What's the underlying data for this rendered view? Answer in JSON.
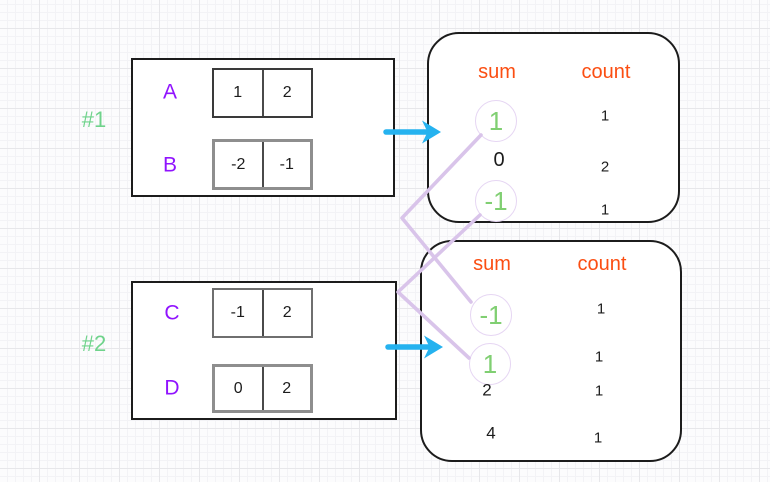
{
  "groups": [
    {
      "label": "#1",
      "rows": [
        {
          "name": "A",
          "cells": [
            "1",
            "2"
          ]
        },
        {
          "name": "B",
          "cells": [
            "-2",
            "-1"
          ]
        }
      ]
    },
    {
      "label": "#2",
      "rows": [
        {
          "name": "C",
          "cells": [
            "-1",
            "2"
          ]
        },
        {
          "name": "D",
          "cells": [
            "0",
            "2"
          ]
        }
      ]
    }
  ],
  "tables": [
    {
      "headers": {
        "sum": "sum",
        "count": "count"
      },
      "rows": [
        {
          "sum": "1",
          "count": "1",
          "circled": true
        },
        {
          "sum": "0",
          "count": "2",
          "circled": false
        },
        {
          "sum": "-1",
          "count": "1",
          "circled": true
        }
      ]
    },
    {
      "headers": {
        "sum": "sum",
        "count": "count"
      },
      "rows": [
        {
          "sum": "-1",
          "count": "1",
          "circled": true
        },
        {
          "sum": "1",
          "count": "1",
          "circled": true
        },
        {
          "sum": "2",
          "count": "1",
          "circled": false
        },
        {
          "sum": "4",
          "count": "1",
          "circled": false
        }
      ]
    }
  ],
  "connectors": [
    {
      "from": "table1-sum-1",
      "to": "table2-sum--1"
    },
    {
      "from": "table1-sum--1",
      "to": "table2-sum-1"
    }
  ],
  "colors": {
    "green_label": "#6fd38b",
    "green_value": "#80cf72",
    "purple_letter": "#9013fe",
    "orange_header": "#fb4e12",
    "cyan_arrow": "#25b2ef",
    "lavender_connector": "#d9c4ea",
    "stroke_black": "#1c1c1c"
  }
}
